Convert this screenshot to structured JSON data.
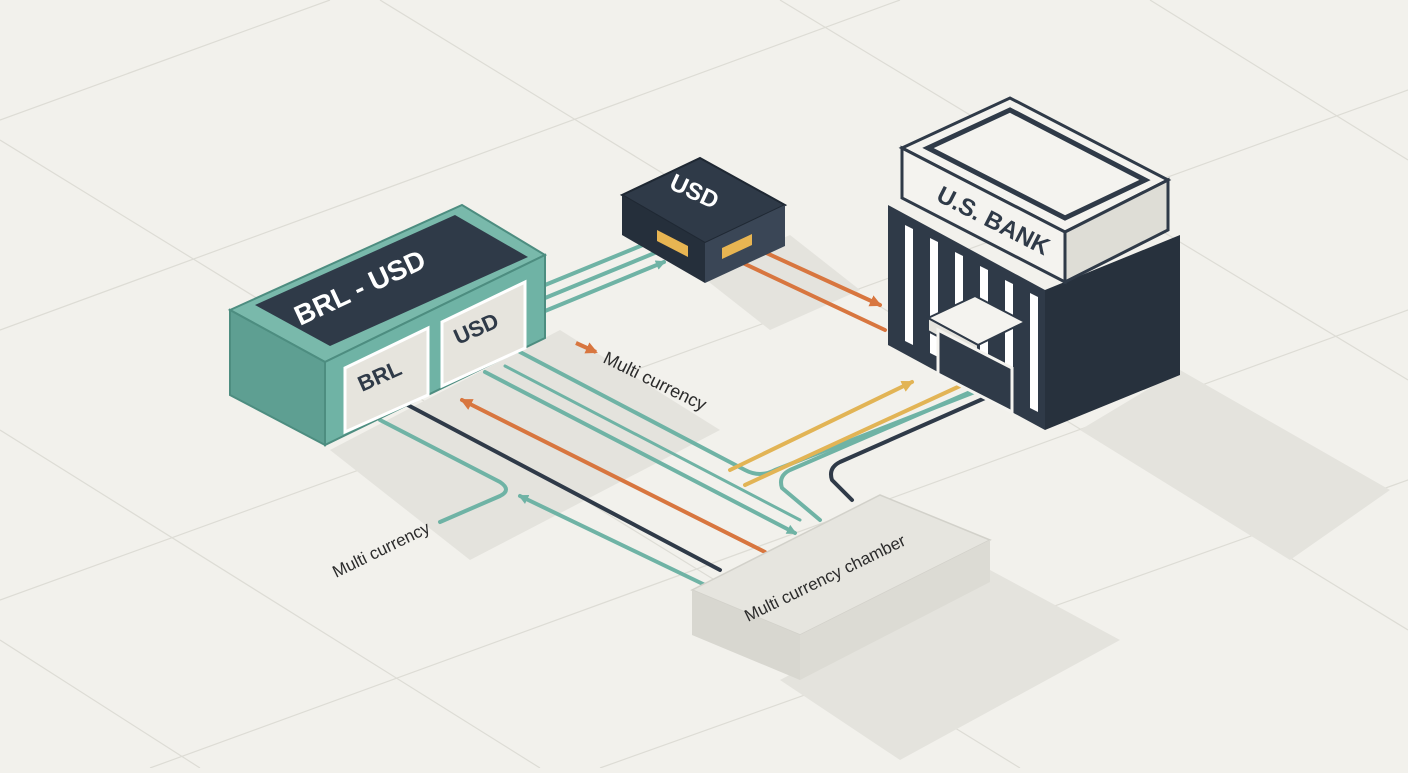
{
  "nodes": {
    "exchange": {
      "title": "BRL - USD",
      "slot_left": "BRL",
      "slot_right": "USD"
    },
    "usd_box": {
      "label": "USD"
    },
    "bank": {
      "label": "U.S. BANK"
    },
    "chamber": {
      "label": "Multi currency chamber"
    }
  },
  "legend": {
    "label": "Multi currency"
  },
  "annotations": {
    "left_label": "Multi currency"
  },
  "colors": {
    "background": "#f2f1ec",
    "teal": "#6fb3a5",
    "teal_dark": "#4d8d80",
    "navy": "#2f3a48",
    "orange": "#d8763f",
    "gold": "#e2b455",
    "chamber": "#e3e2dc"
  }
}
